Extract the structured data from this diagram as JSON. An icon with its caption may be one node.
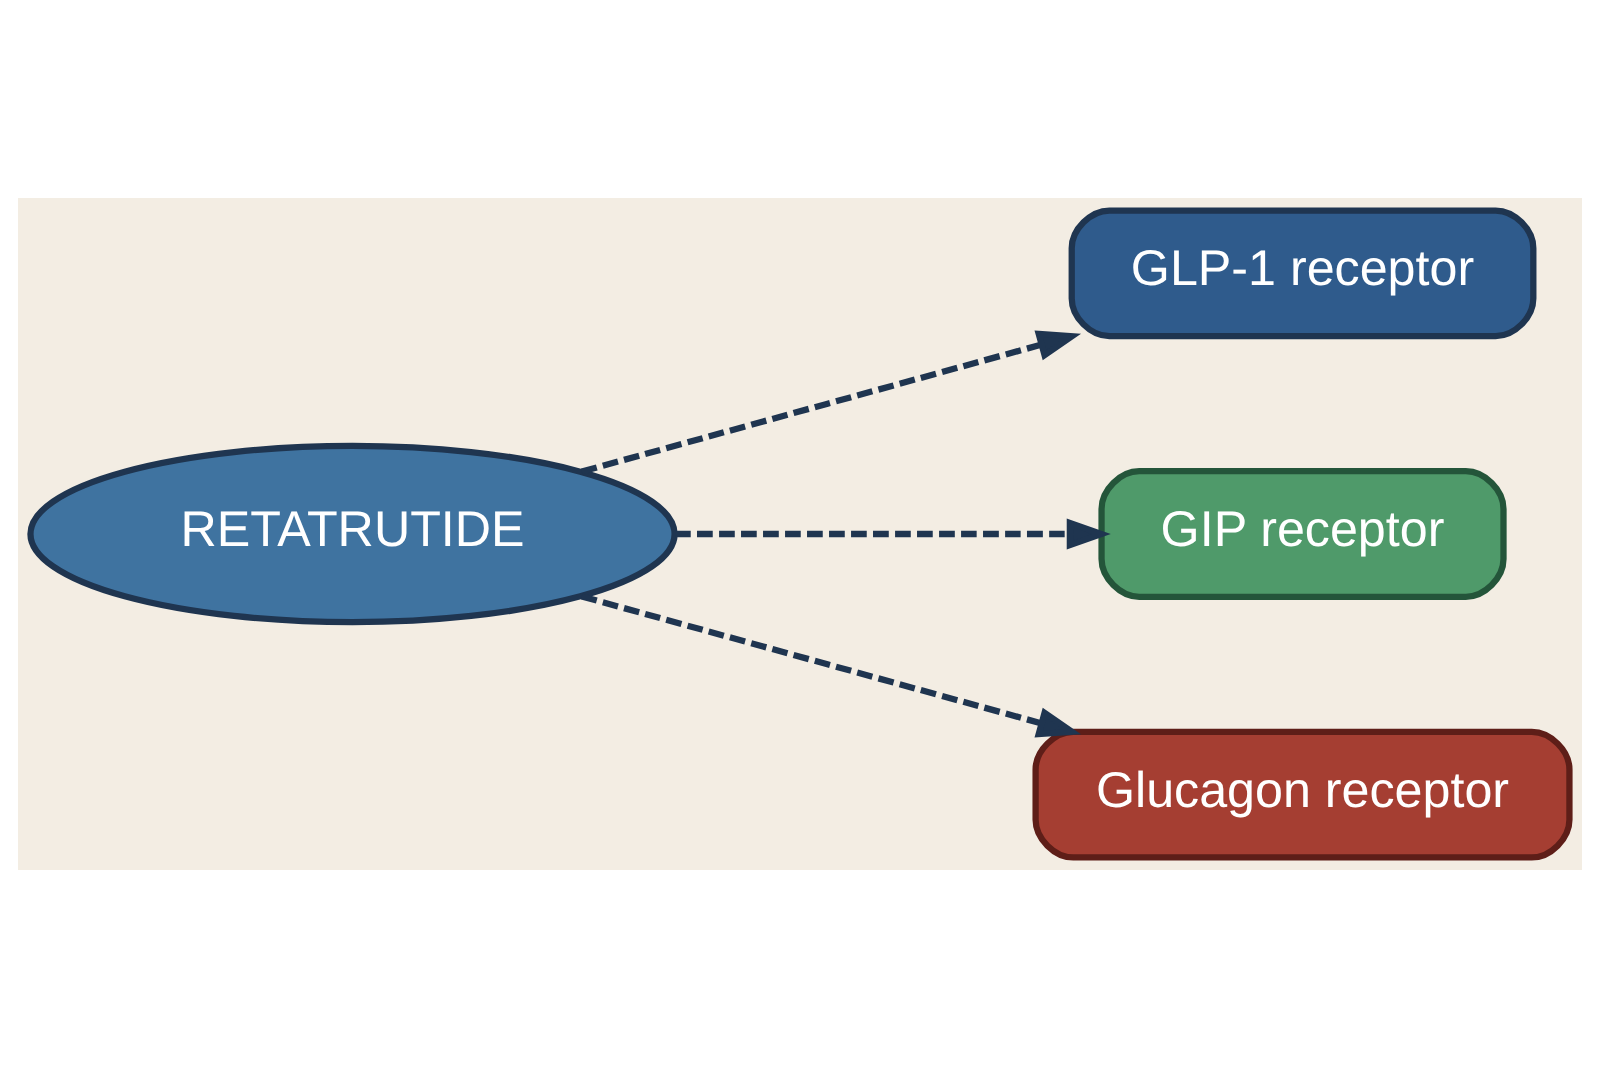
{
  "diagram": {
    "nodes": [
      {
        "text": [
          "RETATRUTIDE"
        ]
      },
      {
        "text": [
          "GLP-1 receptor"
        ]
      },
      {
        "text": [
          "GIP receptor"
        ]
      },
      {
        "text": [
          "Glucagon receptor"
        ]
      }
    ],
    "edges": [
      {
        "from": 0,
        "to": 1,
        "arrow": "to",
        "style": "dashed"
      },
      {
        "from": 0,
        "to": 2,
        "arrow": "to",
        "style": "dashed"
      },
      {
        "from": 0,
        "to": 3,
        "arrow": "to",
        "style": "dashed"
      }
    ]
  }
}
